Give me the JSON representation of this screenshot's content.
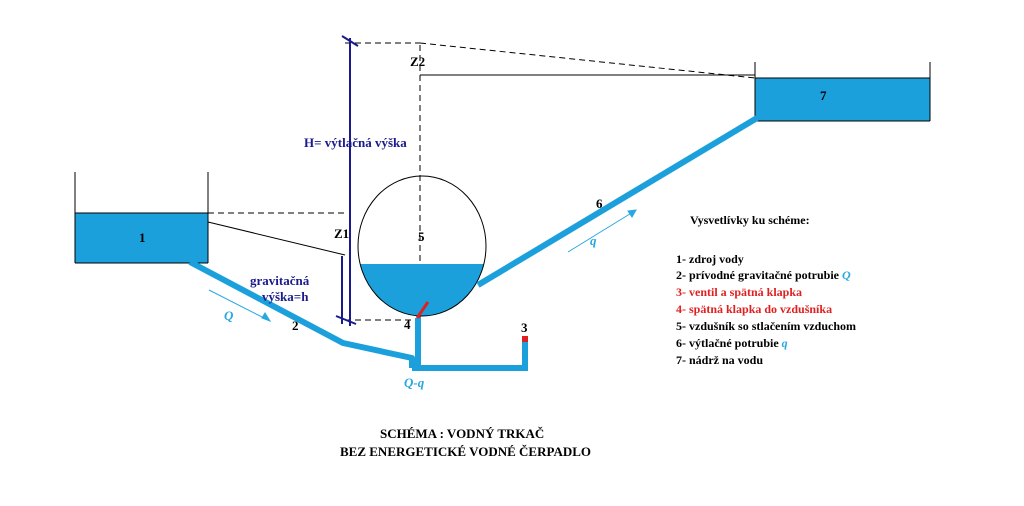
{
  "labels": {
    "n1": "1",
    "n2": "2",
    "n3": "3",
    "n4": "4",
    "n5": "5",
    "n6": "6",
    "n7": "7",
    "z1": "Z1",
    "z2": "Z2",
    "lift_height": "H= výtlačná výška",
    "grav_height_1": "gravitačná",
    "grav_height_2": "výška=h",
    "flow_Q": "Q",
    "flow_q": "q",
    "flow_Qq": "Q-q"
  },
  "legend": {
    "title": "Vysvetlívky ku schéme:",
    "items": [
      {
        "text": "1- zdroj vody",
        "color": "#000000",
        "suffix": ""
      },
      {
        "text": "2- prívodné gravitačné potrubie ",
        "color": "#000000",
        "suffix": "Q"
      },
      {
        "text": "3- ventil a spätná klapka",
        "color": "#e02020",
        "suffix": ""
      },
      {
        "text": "4- spätná klapka do vzdušníka",
        "color": "#e02020",
        "suffix": ""
      },
      {
        "text": "5- vzdušník so stlačením vzduchom",
        "color": "#000000",
        "suffix": ""
      },
      {
        "text": "6- výtlačné potrubie ",
        "color": "#000000",
        "suffix": "q"
      },
      {
        "text": "7- nádrž na vodu",
        "color": "#000000",
        "suffix": ""
      }
    ]
  },
  "caption": {
    "line1": "SCHÉMA : VODNÝ TRKAČ",
    "line2": "BEZ ENERGETICKÉ VODNÉ ČERPADLO"
  },
  "colors": {
    "water": "#1ca0dc",
    "flow_text": "#29a8e0",
    "dimension": "#1a1a8c",
    "highlight": "#e02020"
  }
}
